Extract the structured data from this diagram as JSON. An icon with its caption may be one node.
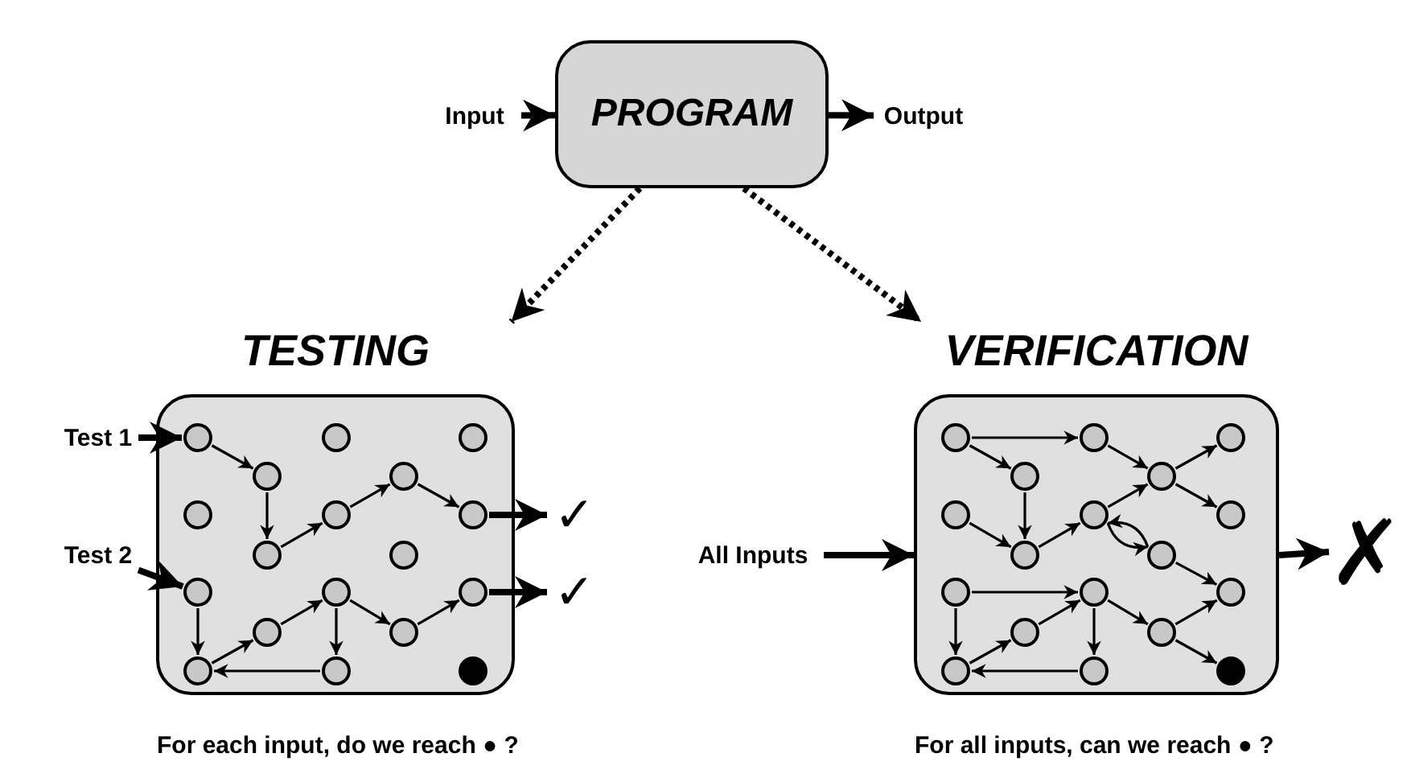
{
  "diagram": {
    "nodes": [
      {
        "text": [
          "Input"
        ]
      },
      {
        "text": [
          "PROGRAM"
        ]
      },
      {
        "text": [
          "Output"
        ]
      },
      {
        "text": [
          "TESTING"
        ]
      },
      {
        "text": [
          "Test 1"
        ]
      },
      {
        "text": [
          "Test 2"
        ]
      },
      {
        "text": [],
        "shape": "circle",
        "in": 3
      },
      {
        "text": [],
        "shape": "circle",
        "in": 3
      },
      {
        "text": [],
        "shape": "circle",
        "in": 3
      },
      {
        "text": [],
        "shape": "circle",
        "in": 3
      },
      {
        "text": [],
        "shape": "circle",
        "in": 3
      },
      {
        "text": [],
        "shape": "circle",
        "in": 3
      },
      {
        "text": [],
        "shape": "circle",
        "in": 3
      },
      {
        "text": [],
        "shape": "circle",
        "in": 3
      },
      {
        "text": [],
        "shape": "circle",
        "in": 3
      },
      {
        "text": [],
        "shape": "circle",
        "in": 3
      },
      {
        "text": [],
        "shape": "circle",
        "in": 3
      },
      {
        "text": [],
        "shape": "circle",
        "in": 3
      },
      {
        "text": [],
        "shape": "circle",
        "in": 3
      },
      {
        "text": [],
        "shape": "circle",
        "in": 3
      },
      {
        "text": [],
        "shape": "circle",
        "in": 3
      },
      {
        "text": [],
        "shape": "circle",
        "in": 3
      },
      {
        "text": [],
        "shape": "circle",
        "in": 3
      },
      {
        "text": [],
        "shape": "circle",
        "in": 3
      },
      {
        "text": [
          "✓"
        ]
      },
      {
        "text": [
          "✓"
        ]
      },
      {
        "text": [
          "VERIFICATION"
        ]
      },
      {
        "text": [
          "All Inputs"
        ]
      },
      {
        "text": [],
        "shape": "circle",
        "in": 26
      },
      {
        "text": [],
        "shape": "circle",
        "in": 26
      },
      {
        "text": [],
        "shape": "circle",
        "in": 26
      },
      {
        "text": [],
        "shape": "circle",
        "in": 26
      },
      {
        "text": [],
        "shape": "circle",
        "in": 26
      },
      {
        "text": [],
        "shape": "circle",
        "in": 26
      },
      {
        "text": [],
        "shape": "circle",
        "in": 26
      },
      {
        "text": [],
        "shape": "circle",
        "in": 26
      },
      {
        "text": [],
        "shape": "circle",
        "in": 26
      },
      {
        "text": [],
        "shape": "circle",
        "in": 26
      },
      {
        "text": [],
        "shape": "circle",
        "in": 26
      },
      {
        "text": [],
        "shape": "circle",
        "in": 26
      },
      {
        "text": [],
        "shape": "circle",
        "in": 26
      },
      {
        "text": [],
        "shape": "circle",
        "in": 26
      },
      {
        "text": [],
        "shape": "circle",
        "in": 26
      },
      {
        "text": [],
        "shape": "circle",
        "in": 26
      },
      {
        "text": [],
        "shape": "circle",
        "in": 26
      },
      {
        "text": [],
        "shape": "circle",
        "in": 26
      },
      {
        "text": [
          "✗"
        ]
      }
    ],
    "edges": [
      {
        "from": 0,
        "to": 1,
        "arrow": "to",
        "style": "thick"
      },
      {
        "from": 1,
        "to": 2,
        "arrow": "to",
        "style": "thick"
      },
      {
        "from": 1,
        "to": 3,
        "arrow": "to",
        "style": "dashed"
      },
      {
        "from": 1,
        "to": 26,
        "arrow": "to",
        "style": "dashed"
      },
      {
        "from": 4,
        "to": 6,
        "arrow": "to",
        "style": "thick"
      },
      {
        "from": 6,
        "to": 9,
        "arrow": "to"
      },
      {
        "from": 9,
        "to": 14,
        "arrow": "to"
      },
      {
        "from": 14,
        "to": 12,
        "arrow": "to"
      },
      {
        "from": 12,
        "to": 10,
        "arrow": "to"
      },
      {
        "from": 10,
        "to": 13,
        "arrow": "to"
      },
      {
        "from": 13,
        "to": 24,
        "arrow": "to",
        "style": "thick"
      },
      {
        "from": 5,
        "to": 16,
        "arrow": "to",
        "style": "thick"
      },
      {
        "from": 16,
        "to": 21,
        "arrow": "to"
      },
      {
        "from": 21,
        "to": 19,
        "arrow": "to"
      },
      {
        "from": 19,
        "to": 17,
        "arrow": "to"
      },
      {
        "from": 17,
        "to": 22,
        "arrow": "to"
      },
      {
        "from": 22,
        "to": 21,
        "arrow": "to"
      },
      {
        "from": 17,
        "to": 20,
        "arrow": "to"
      },
      {
        "from": 20,
        "to": 18,
        "arrow": "to"
      },
      {
        "from": 18,
        "to": 25,
        "arrow": "to",
        "style": "thick"
      },
      {
        "from": 27,
        "to": 26,
        "arrow": "to",
        "style": "thick"
      },
      {
        "from": 26,
        "to": 46,
        "arrow": "to",
        "style": "thick"
      },
      {
        "from": 28,
        "to": 29,
        "arrow": "to"
      },
      {
        "from": 28,
        "to": 31,
        "arrow": "to"
      },
      {
        "from": 31,
        "to": 36,
        "arrow": "to"
      },
      {
        "from": 33,
        "to": 36,
        "arrow": "to"
      },
      {
        "from": 36,
        "to": 34,
        "arrow": "to"
      },
      {
        "from": 29,
        "to": 32,
        "arrow": "to"
      },
      {
        "from": 34,
        "to": 32,
        "arrow": "to"
      },
      {
        "from": 32,
        "to": 30,
        "arrow": "to"
      },
      {
        "from": 32,
        "to": 35,
        "arrow": "to"
      },
      {
        "from": 34,
        "to": 37,
        "arrow": "to"
      },
      {
        "from": 37,
        "to": 34,
        "arrow": "to"
      },
      {
        "from": 37,
        "to": 40,
        "arrow": "to"
      },
      {
        "from": 38,
        "to": 39,
        "arrow": "to"
      },
      {
        "from": 38,
        "to": 43,
        "arrow": "to"
      },
      {
        "from": 43,
        "to": 41,
        "arrow": "to"
      },
      {
        "from": 41,
        "to": 39,
        "arrow": "to"
      },
      {
        "from": 39,
        "to": 44,
        "arrow": "to"
      },
      {
        "from": 44,
        "to": 43,
        "arrow": "to"
      },
      {
        "from": 39,
        "to": 42,
        "arrow": "to"
      },
      {
        "from": 42,
        "to": 40,
        "arrow": "to"
      },
      {
        "from": 42,
        "to": 45,
        "arrow": "to"
      }
    ],
    "labels": [
      "For each input, do we reach ● ?",
      "For all inputs, can we reach ● ?"
    ]
  }
}
